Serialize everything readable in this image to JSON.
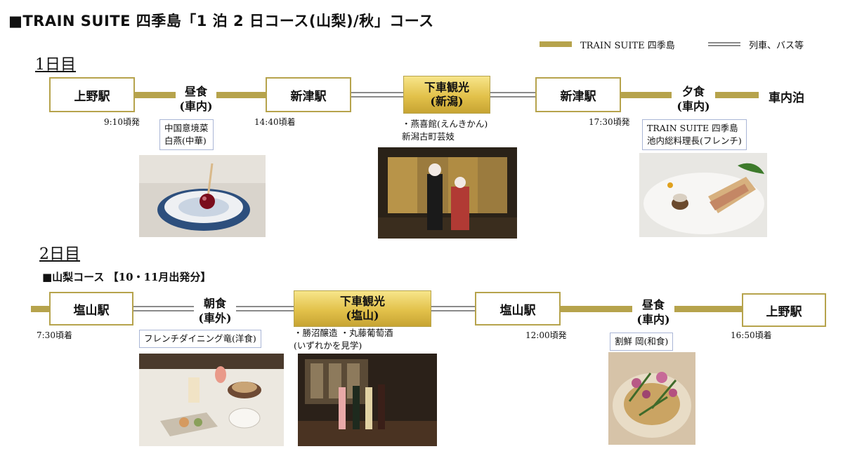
{
  "title": "■TRAIN SUITE 四季島「1 泊 2 日コース(山梨)/秋」コース",
  "legend": {
    "train_suite": "TRAIN SUITE 四季島",
    "other": "列車、バス等"
  },
  "day1": {
    "label": "1日目",
    "stations": {
      "ueno": "上野駅",
      "niitsu_in": "新津駅",
      "niitsu_out": "新津駅",
      "overnight": "車内泊"
    },
    "lunch": {
      "line1": "昼食",
      "line2": "(車内)"
    },
    "sightseeing": {
      "line1": "下車観光",
      "line2": "(新潟)"
    },
    "dinner": {
      "line1": "夕食",
      "line2": "(車内)"
    },
    "times": {
      "ueno_depart": "9:10頃発",
      "niitsu_arrive": "14:40頃着",
      "niitsu_depart": "17:30頃発"
    },
    "notes": {
      "lunch": [
        "中国意境菜",
        "白燕(中華)"
      ],
      "sightseeing": [
        "・燕喜館(えんきかん)",
        "新潟古町芸妓"
      ],
      "dinner": [
        "TRAIN SUITE 四季島",
        "池内総料理長(フレンチ)"
      ]
    }
  },
  "day2": {
    "label": "2日目",
    "course": "■山梨コース 【10・11月出発分】",
    "stations": {
      "enzan_in": "塩山駅",
      "enzan_out": "塩山駅",
      "ueno": "上野駅"
    },
    "breakfast": {
      "line1": "朝食",
      "line2": "(車外)"
    },
    "sightseeing": {
      "line1": "下車観光",
      "line2": "(塩山)"
    },
    "lunch": {
      "line1": "昼食",
      "line2": "(車内)"
    },
    "times": {
      "enzan_arrive": "7:30頃着",
      "enzan_depart": "12:00頃発",
      "ueno_arrive": "16:50頃着"
    },
    "notes": {
      "breakfast": [
        "フレンチダイニング竜(洋食)"
      ],
      "sightseeing": [
        "・勝沼醸造 ・丸藤葡萄酒",
        "(いずれかを見学)"
      ],
      "lunch": [
        "割鮮 岡(和食)"
      ]
    }
  },
  "colors": {
    "gold": "#b6a34c",
    "highlight": "#e2c14a",
    "double_line": "#8a8a8a",
    "note_border": "#aab6d6"
  }
}
